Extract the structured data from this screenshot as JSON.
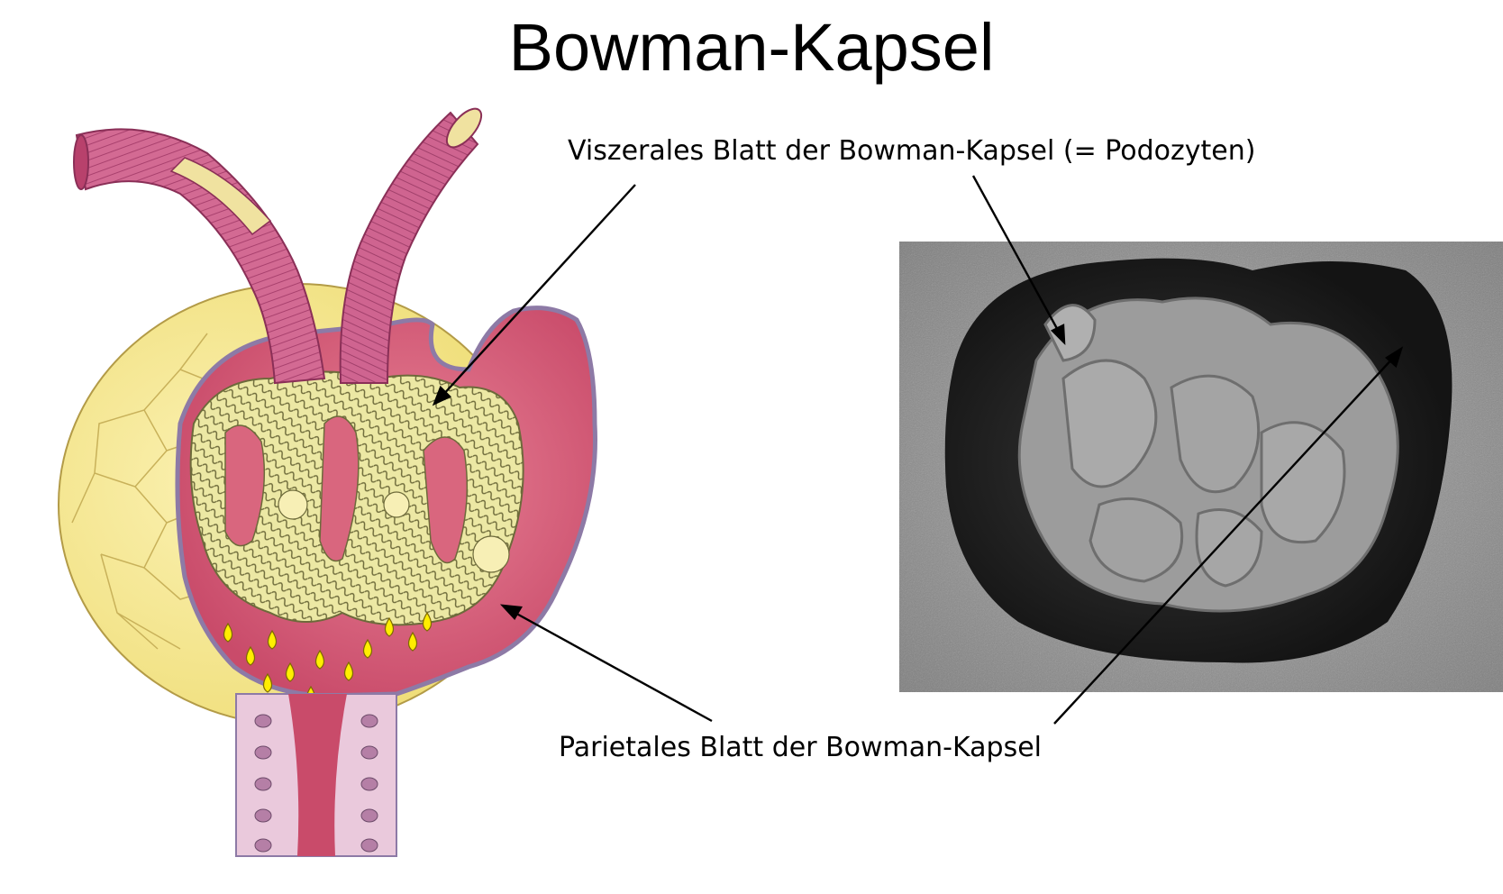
{
  "title": "Bowman-Kapsel",
  "labels": {
    "visceral": "Viszerales Blatt der Bowman-Kapsel (= Podozyten)",
    "parietal": "Parietales Blatt der Bowman-Kapsel"
  },
  "colors": {
    "vessel_pink": "#c9587a",
    "capsule_red": "#d9667e",
    "capsule_yellow": "#f4e79a",
    "tubule_cells": "#eac9dc",
    "cell_nucleus": "#b57fa6",
    "podocyte_yellow": "#ece8a4",
    "filtrate_drop": "#ffee00",
    "micrograph_gray": "#8f8f8f"
  }
}
